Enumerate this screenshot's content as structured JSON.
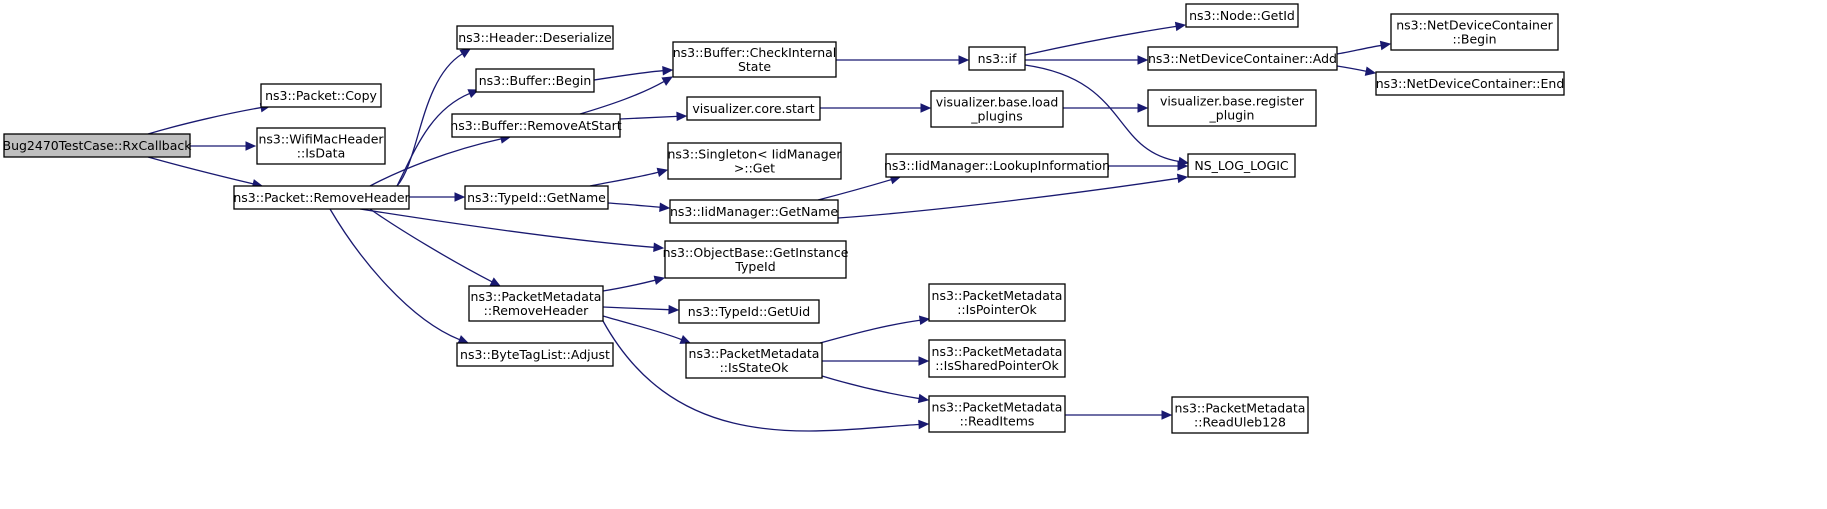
{
  "graph": {
    "nodes": [
      {
        "id": "n0",
        "lines": [
          "Bug2470TestCase::RxCallback"
        ],
        "root": true
      },
      {
        "id": "n1",
        "lines": [
          "ns3::Packet::Copy"
        ]
      },
      {
        "id": "n2",
        "lines": [
          "ns3::WifiMacHeader",
          "::IsData"
        ]
      },
      {
        "id": "n3",
        "lines": [
          "ns3::Packet::RemoveHeader"
        ]
      },
      {
        "id": "n4",
        "lines": [
          "ns3::Header::Deserialize"
        ]
      },
      {
        "id": "n5",
        "lines": [
          "ns3::Buffer::Begin"
        ]
      },
      {
        "id": "n6",
        "lines": [
          "ns3::Buffer::RemoveAtStart"
        ]
      },
      {
        "id": "n7",
        "lines": [
          "ns3::TypeId::GetName"
        ]
      },
      {
        "id": "n8",
        "lines": [
          "ns3::PacketMetadata",
          "::RemoveHeader"
        ]
      },
      {
        "id": "n9",
        "lines": [
          "ns3::ByteTagList::Adjust"
        ]
      },
      {
        "id": "n10",
        "lines": [
          "ns3::Buffer::CheckInternal",
          "State"
        ]
      },
      {
        "id": "n11",
        "lines": [
          "visualizer.core.start"
        ]
      },
      {
        "id": "n12",
        "lines": [
          "ns3::Singleton< IidManager",
          ">::Get"
        ]
      },
      {
        "id": "n13",
        "lines": [
          "ns3::IidManager::GetName"
        ]
      },
      {
        "id": "n14",
        "lines": [
          "ns3::ObjectBase::GetInstance",
          "TypeId"
        ]
      },
      {
        "id": "n15",
        "lines": [
          "ns3::TypeId::GetUid"
        ]
      },
      {
        "id": "n16",
        "lines": [
          "ns3::PacketMetadata",
          "::IsStateOk"
        ]
      },
      {
        "id": "n17",
        "lines": [
          "ns3::if"
        ]
      },
      {
        "id": "n18",
        "lines": [
          "visualizer.base.load",
          "_plugins"
        ]
      },
      {
        "id": "n19",
        "lines": [
          "ns3::IidManager::LookupInformation"
        ]
      },
      {
        "id": "n20",
        "lines": [
          "ns3::PacketMetadata",
          "::IsPointerOk"
        ]
      },
      {
        "id": "n21",
        "lines": [
          "ns3::PacketMetadata",
          "::IsSharedPointerOk"
        ]
      },
      {
        "id": "n22",
        "lines": [
          "ns3::PacketMetadata",
          "::ReadItems"
        ]
      },
      {
        "id": "n23",
        "lines": [
          "ns3::Node::GetId"
        ]
      },
      {
        "id": "n24",
        "lines": [
          "ns3::NetDeviceContainer::Add"
        ]
      },
      {
        "id": "n25",
        "lines": [
          "visualizer.base.register",
          "_plugin"
        ]
      },
      {
        "id": "n26",
        "lines": [
          "NS_LOG_LOGIC"
        ]
      },
      {
        "id": "n27",
        "lines": [
          "ns3::PacketMetadata",
          "::ReadUleb128"
        ]
      },
      {
        "id": "n28",
        "lines": [
          "ns3::NetDeviceContainer",
          "::Begin"
        ]
      },
      {
        "id": "n29",
        "lines": [
          "ns3::NetDeviceContainer::End"
        ]
      }
    ],
    "edges": [
      {
        "from": "n0",
        "to": "n1"
      },
      {
        "from": "n0",
        "to": "n2"
      },
      {
        "from": "n0",
        "to": "n3"
      },
      {
        "from": "n3",
        "to": "n4"
      },
      {
        "from": "n3",
        "to": "n5"
      },
      {
        "from": "n3",
        "to": "n6"
      },
      {
        "from": "n3",
        "to": "n7"
      },
      {
        "from": "n3",
        "to": "n14"
      },
      {
        "from": "n3",
        "to": "n8"
      },
      {
        "from": "n3",
        "to": "n9"
      },
      {
        "from": "n5",
        "to": "n10"
      },
      {
        "from": "n6",
        "to": "n10"
      },
      {
        "from": "n6",
        "to": "n11"
      },
      {
        "from": "n7",
        "to": "n12"
      },
      {
        "from": "n7",
        "to": "n13"
      },
      {
        "from": "n8",
        "to": "n14"
      },
      {
        "from": "n8",
        "to": "n15"
      },
      {
        "from": "n8",
        "to": "n16"
      },
      {
        "from": "n8",
        "to": "n22"
      },
      {
        "from": "n10",
        "to": "n17"
      },
      {
        "from": "n11",
        "to": "n18"
      },
      {
        "from": "n13",
        "to": "n19"
      },
      {
        "from": "n13",
        "to": "n26"
      },
      {
        "from": "n16",
        "to": "n20"
      },
      {
        "from": "n16",
        "to": "n21"
      },
      {
        "from": "n16",
        "to": "n22"
      },
      {
        "from": "n17",
        "to": "n23"
      },
      {
        "from": "n17",
        "to": "n24"
      },
      {
        "from": "n17",
        "to": "n26"
      },
      {
        "from": "n18",
        "to": "n25"
      },
      {
        "from": "n19",
        "to": "n26"
      },
      {
        "from": "n22",
        "to": "n27"
      },
      {
        "from": "n24",
        "to": "n28"
      },
      {
        "from": "n24",
        "to": "n29"
      }
    ]
  }
}
